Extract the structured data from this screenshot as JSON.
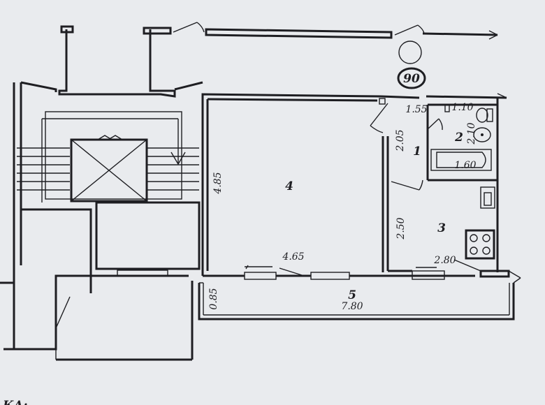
{
  "apartment_number": "90",
  "rooms": [
    {
      "id": "1",
      "dimensions": [
        "2.05"
      ]
    },
    {
      "id": "2",
      "dimensions": [
        "1.10",
        "2.10",
        "1.60"
      ]
    },
    {
      "id": "3",
      "dimensions": [
        "2.50",
        "2.80"
      ]
    },
    {
      "id": "4",
      "dimensions": [
        "4.85",
        "4.65"
      ]
    },
    {
      "id": "5",
      "dimensions": [
        "0.85",
        "7.80"
      ]
    }
  ],
  "extra_dimensions": [
    "1.55"
  ],
  "footer_fragment": "КА:"
}
